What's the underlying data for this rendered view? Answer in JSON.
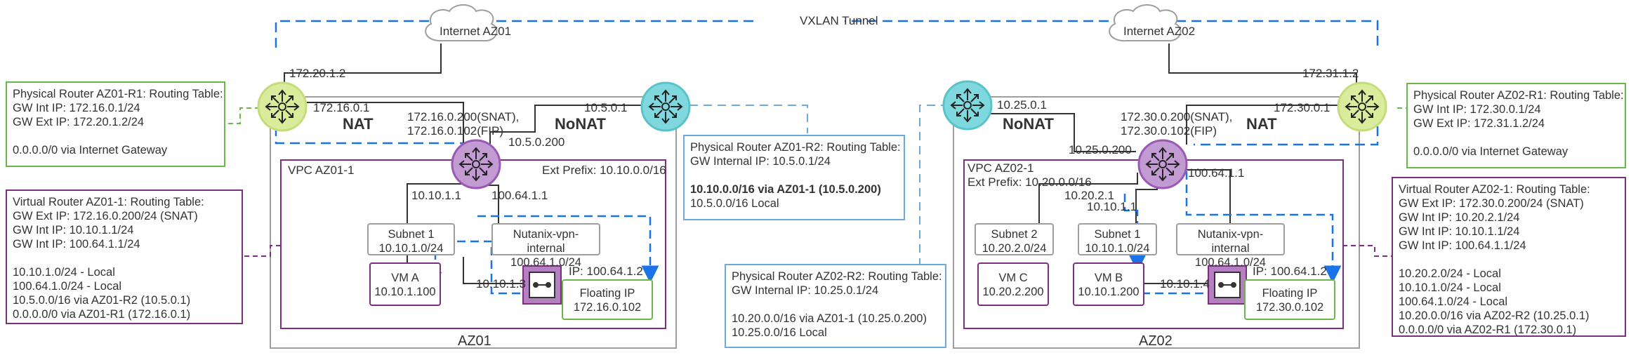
{
  "colors": {
    "green": "#6bb84a",
    "purple": "#7b2f7f",
    "light_blue": "#6fa8dc",
    "tunnel_blue": "#1a73e8",
    "gray": "#9e9e9e",
    "router_green_fill": "#d9ec9b",
    "router_teal_fill": "#7fd8dd",
    "router_purple_fill": "#c39bd3"
  },
  "icons": [
    "cloud-icon",
    "router-icon",
    "vpn-gateway-icon"
  ],
  "clouds": {
    "az01": "Internet AZ01",
    "az02": "Internet AZ02"
  },
  "tunnel": {
    "label": "VXLAN Tunnel"
  },
  "zones": {
    "az01": "AZ01",
    "az02": "AZ02"
  },
  "labels": {
    "nat_az01": "NAT",
    "nonat_az01": "NoNAT",
    "nat_az02": "NAT",
    "nonat_az02": "NoNAT",
    "ip_172_20_1_2": "172.20.1.2",
    "ip_172_16_0_1": "172.16.0.1",
    "ip_10_5_0_1": "10.5.0.1",
    "ip_10_5_0_200": "10.5.0.200",
    "snat_az01": "172.16.0.200(SNAT),",
    "fip_az01": "172.16.0.102(FIP)",
    "ip_10_10_1_1_az01": "10.10.1.1",
    "ip_100_64_1_1_az01": "100.64.1.1",
    "ip_10_10_1_3": "10.10.1.3",
    "ip_fip_int_az01": "IP: 100.64.1.2",
    "ip_172_31_1_2": "172.31.1.2",
    "ip_172_30_0_1": "172.30.0.1",
    "ip_10_25_0_1": "10.25.0.1",
    "ip_10_25_0_200": "10.25.0.200",
    "snat_az02": "172.30.0.200(SNAT),",
    "fip_az02": "172.30.0.102(FIP)",
    "ip_10_20_2_1": "10.20.2.1",
    "ip_10_10_1_1_az02": "10.10.1.1",
    "ip_100_64_1_1_az02": "100.64.1.1",
    "ip_10_10_1_4": "10.10.1.4",
    "ip_fip_int_az02": "IP: 100.64.1.2"
  },
  "vpcs": {
    "az01": {
      "name": "VPC AZ01-1",
      "prefix": "Ext Prefix: 10.10.0.0/16"
    },
    "az02": {
      "name": "VPC AZ02-1",
      "prefix": "Ext Prefix: 10.20.0.0/16"
    }
  },
  "subnets": {
    "az01_subnet1": {
      "name": "Subnet 1",
      "cidr": "10.10.1.0/24"
    },
    "az01_vpn": {
      "name": "Nutanix-vpn-internal",
      "cidr": "100.64.1.0/24"
    },
    "az02_subnet2": {
      "name": "Subnet 2",
      "cidr": "10.20.2.0/24"
    },
    "az02_subnet1": {
      "name": "Subnet 1",
      "cidr": "10.10.1.0/24"
    },
    "az02_vpn": {
      "name": "Nutanix-vpn-internal",
      "cidr": "100.64.1.0/24"
    }
  },
  "vms": {
    "vm_a": {
      "name": "VM A",
      "ip": "10.10.1.100"
    },
    "vm_c": {
      "name": "VM C",
      "ip": "10.20.2.200"
    },
    "vm_b": {
      "name": "VM B",
      "ip": "10.10.1.200"
    }
  },
  "floating_ips": {
    "az01": {
      "name": "Floating IP",
      "ip": "172.16.0.102"
    },
    "az02": {
      "name": "Floating IP",
      "ip": "172.30.0.102"
    }
  },
  "tables": {
    "phys_az01_r1": [
      "Physical Router AZ01-R1: Routing Table:",
      "GW Int IP: 172.16.0.1/24",
      "GW Ext IP: 172.20.1.2/24",
      "",
      "0.0.0.0/0 via Internet Gateway"
    ],
    "virt_az01_1": [
      "Virtual Router AZ01-1: Routing Table:",
      "GW Ext IP: 172.16.0.200/24 (SNAT)",
      "GW Int IP: 10.10.1.1/24",
      "GW Int IP: 100.64.1.1/24",
      "",
      "10.10.1.0/24 - Local",
      "100.64.1.0/24 - Local",
      "10.5.0.0/16 via AZ01-R2 (10.5.0.1)",
      "0.0.0.0/0 via AZ01-R1 (172.16.0.1)"
    ],
    "phys_az01_r2": [
      "Physical Router AZ01-R2: Routing Table:",
      "GW Internal IP: 10.5.0.1/24",
      "",
      "10.10.0.0/16 via AZ01-1 (10.5.0.200)",
      "10.5.0.0/16 Local"
    ],
    "phys_az02_r2": [
      "Physical Router AZ02-R2: Routing Table:",
      "GW Internal IP: 10.25.0.1/24",
      "",
      "10.20.0.0/16 via AZ01-1 (10.25.0.200)",
      "10.25.0.0/16 Local"
    ],
    "phys_az02_r1": [
      "Physical Router AZ02-R1: Routing Table:",
      "GW Int IP: 172.30.0.1/24",
      "GW Ext IP: 172.31.1.2/24",
      "",
      "0.0.0.0/0 via Internet Gateway"
    ],
    "virt_az02_1": [
      "Virtual Router AZ02-1: Routing Table:",
      "GW Ext IP: 172.30.0.200/24 (SNAT)",
      "GW Int IP: 10.20.2.1/24",
      "GW Int IP: 10.10.1.1/24",
      "GW Int IP: 100.64.1.1/24",
      "",
      "10.20.2.0/24 - Local",
      "10.10.1.0/24 - Local",
      "100.64.1.0/24 - Local",
      "10.20.0.0/16 via AZ02-R2 (10.25.0.1)",
      "0.0.0.0/0 via AZ02-R1 (172.30.0.1)"
    ]
  }
}
